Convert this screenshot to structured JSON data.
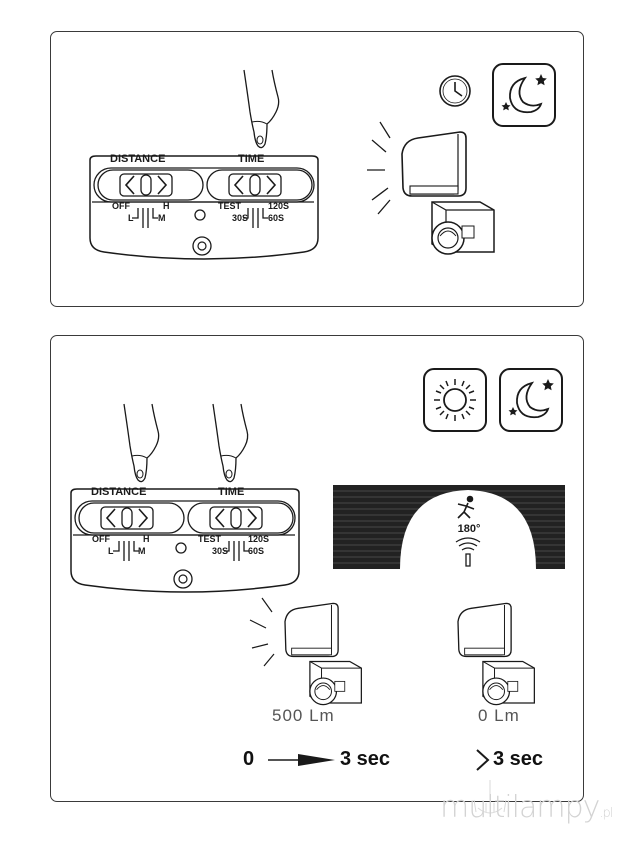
{
  "control_panel": {
    "distance_label": "DISTANCE",
    "time_label": "TIME",
    "distance_options": {
      "off": "OFF",
      "l": "L",
      "m": "M",
      "h": "H"
    },
    "time_options": {
      "test": "TEST",
      "s30": "30S",
      "s60": "60S",
      "s120": "120S"
    }
  },
  "detection": {
    "angle": "180°"
  },
  "states": {
    "active": {
      "lumen": "500 Lm",
      "timing_start": "0",
      "timing_end": "3 sec"
    },
    "idle": {
      "lumen": "0 Lm",
      "timing": "3 sec"
    }
  },
  "watermark": {
    "text": "multilampy",
    "suffix": ".pl"
  },
  "icons": [
    "finger-press-icon",
    "clock-icon",
    "moon-stars-icon",
    "sun-icon",
    "motion-person-icon",
    "sensor-waves-icon",
    "floodlight-icon"
  ],
  "colors": {
    "line": "#1a1a1a",
    "panel_border": "#3a3a3a",
    "sky": "#222222",
    "watermark": "#d3d3d3"
  }
}
